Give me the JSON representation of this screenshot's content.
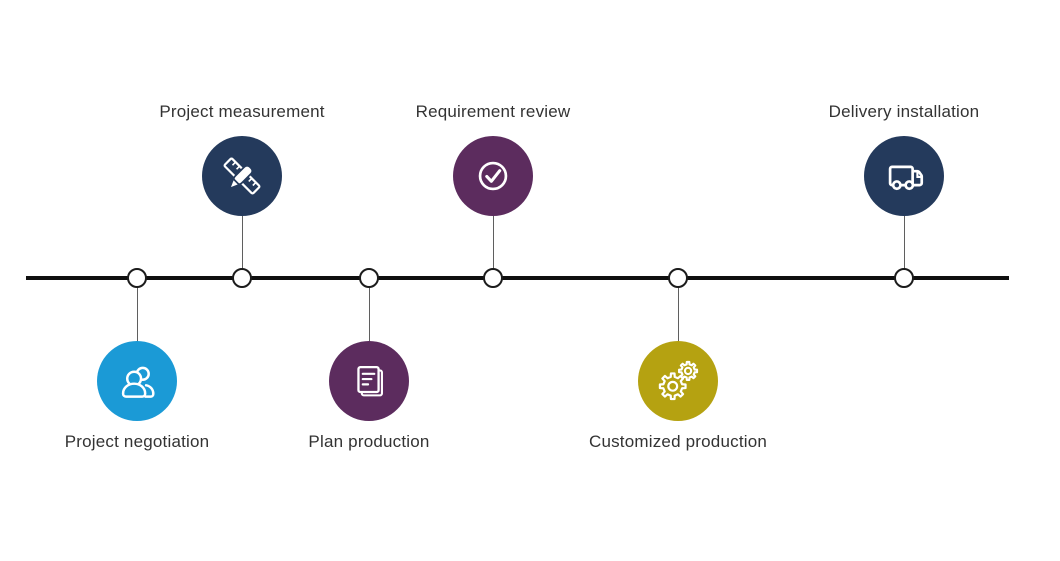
{
  "timeline": {
    "line_color": "#101010",
    "dot_border_color": "#1c1c1c",
    "label_color": "#333333",
    "nodes": [
      {
        "label": "Project negotiation",
        "side": "below",
        "color": "#1b9ad6",
        "icon": "people-icon"
      },
      {
        "label": "Project measurement",
        "side": "above",
        "color": "#243a5c",
        "icon": "ruler-pencil-icon"
      },
      {
        "label": "Plan production",
        "side": "below",
        "color": "#5c2c5e",
        "icon": "document-icon"
      },
      {
        "label": "Requirement review",
        "side": "above",
        "color": "#5c2c5e",
        "icon": "check-circle-icon"
      },
      {
        "label": "Customized production",
        "side": "below",
        "color": "#b5a211",
        "icon": "gears-icon"
      },
      {
        "label": "Delivery installation",
        "side": "above",
        "color": "#243a5c",
        "icon": "truck-icon"
      }
    ]
  }
}
